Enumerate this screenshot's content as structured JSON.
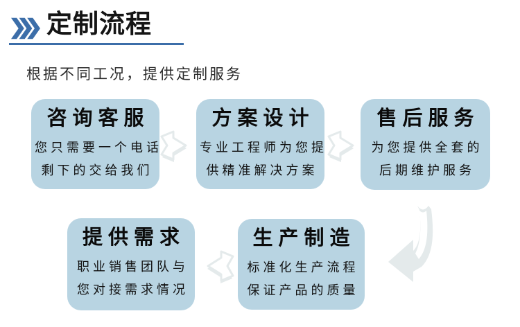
{
  "page": {
    "title": "定制流程",
    "subtitle": "根据不同工况，提供定制服务"
  },
  "steps": [
    {
      "title": "咨询客服",
      "line1": "您只需要一个电话",
      "line2": "剩下的交给我们"
    },
    {
      "title": "方案设计",
      "line1": "专业工程师为您提",
      "line2": "供精准解决方案"
    },
    {
      "title": "售后服务",
      "line1": "为您提供全套的",
      "line2": "后期维护服务"
    },
    {
      "title": "提供需求",
      "line1": "职业销售团队与",
      "line2": "您对接需求情况"
    },
    {
      "title": "生产制造",
      "line1": "标准化生产流程",
      "line2": "保证产品的质量"
    }
  ],
  "icons": {
    "header": "triple-chevron-right",
    "top_row_flow": "arrow-right",
    "bottom_row_flow": "arrow-left",
    "row_turn": "arrow-curve-down-left"
  },
  "colors": {
    "accent": "#3c6ea9",
    "box_fill": "#b8d4e2",
    "arrow_fill": "#e4eaeb",
    "title_color": "#151515",
    "body_color": "#121212"
  }
}
